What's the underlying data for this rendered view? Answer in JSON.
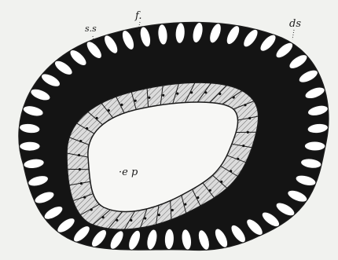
{
  "labels": {
    "f": "f.",
    "ss": "s.s",
    "ds": "ds",
    "ep": "·e p"
  },
  "colors": {
    "background": "#f1f2ef",
    "mesenchyme": "#141414",
    "ectoderm_cell": "#ffffff",
    "epithelium": "#dcdcdc",
    "lumen": "#f7f7f5",
    "line": "#1a1a1a"
  }
}
